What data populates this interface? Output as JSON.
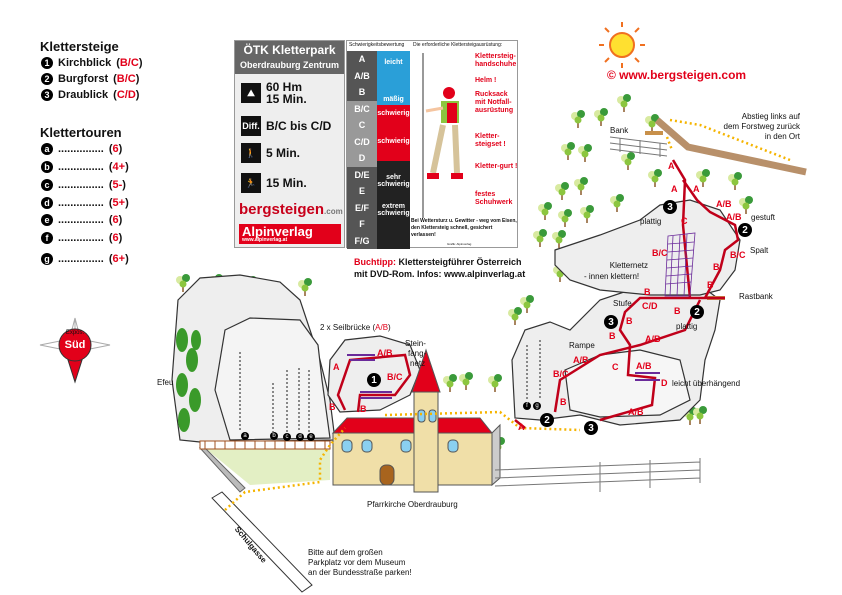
{
  "legend": {
    "klettersteige_title": "Klettersteige",
    "klettersteige": [
      {
        "num": "1",
        "name": "Kirchblick",
        "grade": "B/C"
      },
      {
        "num": "2",
        "name": "Burgforst",
        "grade": "B/C"
      },
      {
        "num": "3",
        "name": "Draublick",
        "grade": "C/D"
      }
    ],
    "klettertouren_title": "Klettertouren",
    "klettertouren": [
      {
        "letter": "a",
        "dots": "...............",
        "grade": "6"
      },
      {
        "letter": "b",
        "dots": "...............",
        "grade": "4+"
      },
      {
        "letter": "c",
        "dots": "...............",
        "grade": "5-"
      },
      {
        "letter": "d",
        "dots": "...............",
        "grade": "5+"
      },
      {
        "letter": "e",
        "dots": "...............",
        "grade": "6"
      },
      {
        "letter": "f",
        "dots": "...............",
        "grade": "6"
      },
      {
        "letter": "g",
        "dots": "...............",
        "grade": "6+"
      }
    ]
  },
  "info_card": {
    "title": "ÖTK Kletterpark",
    "subtitle": "Oberdrauburg Zentrum",
    "ascent": "60 Hm",
    "ascent_time": "15 Min.",
    "diff_label": "Diff.",
    "difficulty": "B/C bis C/D",
    "approach": "5 Min.",
    "descent": "15 Min.",
    "logo_main": "bergsteigen",
    "logo_suffix": ".com",
    "publisher": "Alpinverlag",
    "publisher_url": "www.alpinverlag.at"
  },
  "scale_card": {
    "header_left": "Schwierigkeitsbewertung",
    "header_right": "Die erforderliche Klettersteigausrüstung:",
    "grades": [
      "A",
      "A/B",
      "B",
      "B/C",
      "C",
      "C/D",
      "D",
      "D/E",
      "E",
      "E/F",
      "F",
      "F/G"
    ],
    "categories": [
      "leicht",
      "mäßig",
      "schwierig",
      "schwierig",
      "sehr schwierig",
      "extrem schwierig"
    ],
    "equipment": [
      "Klettersteig-handschuhe",
      "Helm !",
      "Rucksack mit Notfall-ausrüstung",
      "Kletter-steigset !",
      "Kletter-gurt !",
      "festes Schuhwerk"
    ],
    "warning": "Bei Wettersturz u. Gewitter - weg vom Eisen, den Klettersteig schnell, gesichert verlassen!",
    "credit": "Grafik: Alpinverlag"
  },
  "buchtipp": {
    "label": "Buchtipp:",
    "text": "Klettersteigführer Österreich",
    "line2": "mit DVD-Rom. Infos: www.alpinverlag.at"
  },
  "website": "©  www.bergsteigen.com",
  "compass": {
    "top": "Expos.",
    "main": "Süd"
  },
  "colors": {
    "red": "#e2001a",
    "route": "#c0001a",
    "net": "#6a2a9a",
    "path": "#f5b400",
    "blue": "#2a9fd8"
  },
  "map": {
    "labels": [
      "Abstieg links auf",
      "dem Forstweg zurück",
      "in den Ort",
      "Bank",
      "gestuft",
      "Spalt",
      "Rastbank",
      "plattig",
      "Kletternetz",
      "- innen klettern!",
      "Stufe",
      "plattig",
      "Rampe",
      "leicht überhängend",
      "2 x Seilbrücke (",
      "A/B",
      ")",
      "Stein-",
      "fang-",
      "netz",
      "Efeu",
      "Pfarrkirche Oberdrauburg",
      "Schulgasse",
      "Bitte auf dem großen",
      "Parkplatz vor dem Museum",
      "an der Bundesstraße parken!"
    ],
    "grades": [
      "A",
      "A",
      "A",
      "A/B",
      "A/B",
      "C",
      "B/C",
      "B/C",
      "B",
      "B",
      "B",
      "C/D",
      "B",
      "B",
      "B",
      "A/B",
      "A/B",
      "B/C",
      "C",
      "A/B",
      "D",
      "B",
      "A/B",
      "A",
      "B/C",
      "A/B",
      "B",
      "B",
      "A"
    ],
    "numbers": [
      "3",
      "2",
      "2",
      "3",
      "2",
      "3",
      "1"
    ],
    "letters": [
      "a",
      "b",
      "c",
      "d",
      "e",
      "f",
      "g"
    ]
  }
}
